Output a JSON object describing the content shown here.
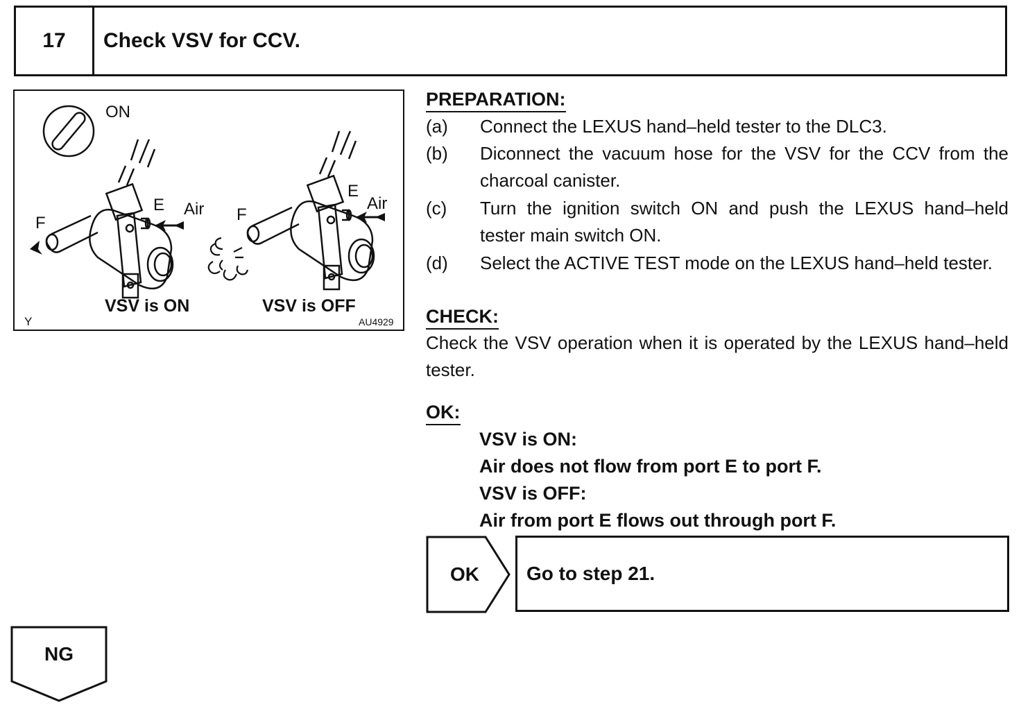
{
  "step": {
    "number": "17",
    "title": "Check VSV for CCV."
  },
  "figure": {
    "ignition_label": "ON",
    "left_port_f": "F",
    "left_port_e": "E",
    "left_air": "Air",
    "right_port_f": "F",
    "right_port_e": "E",
    "right_air": "Air",
    "caption_on": "VSV is ON",
    "caption_off": "VSV is OFF",
    "corner_letter": "Y",
    "figure_code": "AU4929"
  },
  "preparation": {
    "heading": "PREPARATION:",
    "items": [
      {
        "label": "(a)",
        "text": "Connect the LEXUS hand–held tester to the DLC3."
      },
      {
        "label": "(b)",
        "text": "Diconnect the vacuum hose for the VSV for the CCV from the charcoal canister."
      },
      {
        "label": "(c)",
        "text": "Turn the ignition switch ON and push the LEXUS hand–held tester main switch ON."
      },
      {
        "label": "(d)",
        "text": "Select the ACTIVE TEST mode on the LEXUS hand–held tester."
      }
    ]
  },
  "check": {
    "heading": "CHECK:",
    "text": "Check the VSV operation when it is operated by the LEXUS hand–held tester."
  },
  "ok_spec": {
    "heading": "OK:",
    "lines": [
      "VSV is ON:",
      "Air does not flow from port E to port F.",
      "VSV is OFF:",
      "Air from port E flows out through port F."
    ]
  },
  "ok_result": {
    "label": "OK",
    "action": "Go to step 21."
  },
  "ng_result": {
    "label": "NG"
  }
}
